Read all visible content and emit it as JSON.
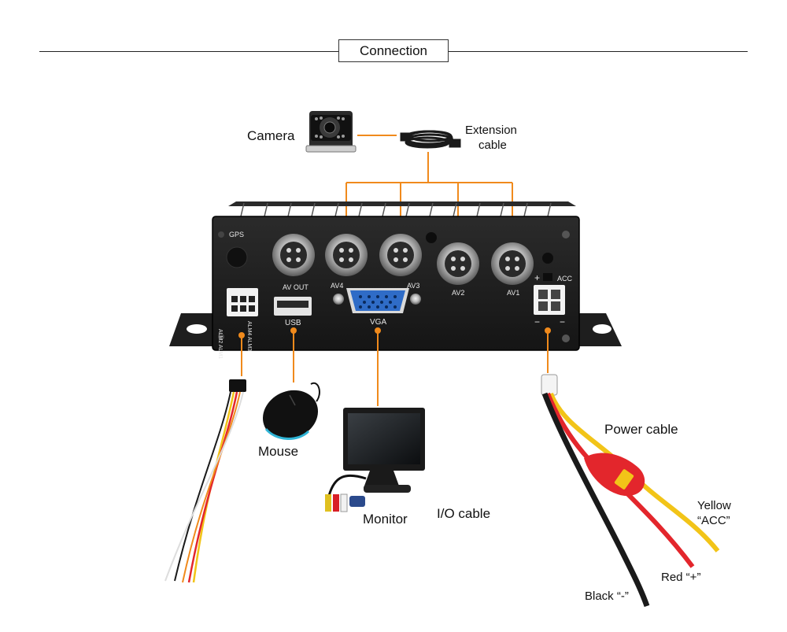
{
  "title": "Connection",
  "device": {
    "ports": {
      "gps": "GPS",
      "av_out": "AV OUT",
      "av4": "AV4",
      "av3": "AV3",
      "av2": "AV2",
      "av1": "AV1",
      "acc": "ACC",
      "usb": "USB",
      "vga": "VGA",
      "alarm_left": "ALM2 ALM1",
      "alarm_right": "ALM4 ALM3",
      "plus": "+",
      "minus": "−"
    }
  },
  "labels": {
    "camera": "Camera",
    "extension_cable_line1": "Extension",
    "extension_cable_line2": "cable",
    "mouse": "Mouse",
    "monitor": "Monitor",
    "io_cable": "I/O cable",
    "power_cable": "Power cable",
    "yellow_line1": "Yellow",
    "yellow_line2": "“ACC”",
    "red": "Red “+”",
    "black": "Black “-”"
  },
  "colors": {
    "connector_line": "#f08a1c",
    "device_body": "#1c1c1c",
    "wire_red": "#e3262c",
    "wire_yellow": "#f2c418",
    "wire_black": "#1a1a1a"
  }
}
